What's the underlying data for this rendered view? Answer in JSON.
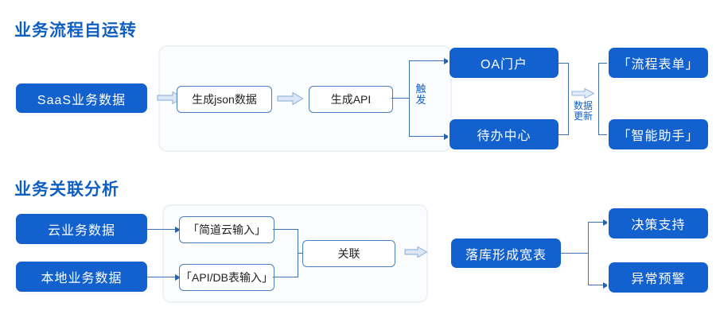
{
  "sections": [
    {
      "title": "业务流程自运转",
      "source": "SaaS业务数据",
      "steps": [
        "生成json数据",
        "生成API"
      ],
      "trigger_label": "触发",
      "targets": [
        "OA门户",
        "待办中心"
      ],
      "update_label": "数据更新",
      "outputs": [
        "「流程表单」",
        "「智能助手」"
      ]
    },
    {
      "title": "业务关联分析",
      "sources": [
        "云业务数据",
        "本地业务数据"
      ],
      "inputs": [
        "「简道云输入」",
        "「API/DB表输入」"
      ],
      "join": "关联",
      "store": "落库形成宽表",
      "outputs": [
        "决策支持",
        "异常预警"
      ]
    }
  ],
  "colors": {
    "brand_blue": "#1261cf",
    "heading_blue": "#0f5fc2",
    "line_blue": "#3f72b4",
    "fat_arrow_fill": "#dce7f6",
    "fat_arrow_stroke": "#9ab7dd",
    "panel_bg": "#fbfcfe"
  }
}
